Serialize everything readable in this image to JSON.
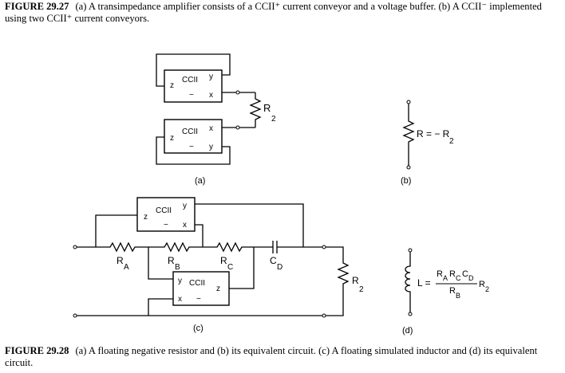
{
  "figure_top": {
    "label": "FIGURE 29.27",
    "caption": "(a) A transimpedance amplifier consists of a CCII⁺ current conveyor and a voltage buffer. (b) A CCII⁻ implemented using two CCII⁺ current conveyors."
  },
  "figure_bottom": {
    "label": "FIGURE 29.28",
    "caption": "(a) A floating negative resistor and (b) its equivalent circuit. (c) A floating simulated inductor and (d) its equivalent circuit."
  },
  "circuit_a": {
    "label": "(a)",
    "block_name": "CCII",
    "pins": {
      "z": "z",
      "y": "y",
      "x": "x",
      "minus": "−"
    },
    "resistor": "R",
    "resistor_sub": "2"
  },
  "circuit_b": {
    "label": "(b)",
    "eq_left": "R = − R",
    "eq_sub": "2"
  },
  "circuit_c": {
    "label": "(c)",
    "block_name": "CCII",
    "ra": "R",
    "ra_sub": "A",
    "rb": "R",
    "rb_sub": "B",
    "rc": "R",
    "rc_sub": "C",
    "cd": "C",
    "cd_sub": "D",
    "r2": "R",
    "r2_sub": "2"
  },
  "circuit_d": {
    "label": "(d)",
    "l_label": "L =",
    "num": "R",
    "num_subs": [
      "A",
      "C",
      "D"
    ],
    "num_mid": [
      "R",
      "C"
    ],
    "den": "R",
    "den_sub": "B",
    "tail": "R",
    "tail_sub": "2"
  }
}
